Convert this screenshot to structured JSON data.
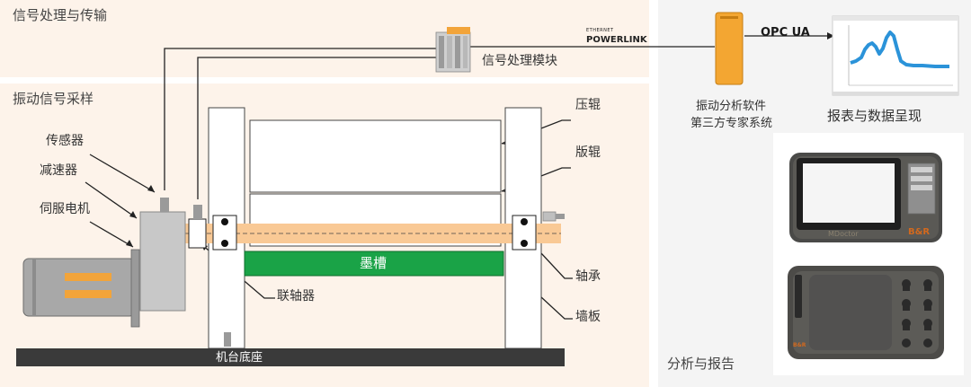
{
  "sections": {
    "signal_processing": "信号处理与传输",
    "vibration_sampling": "振动信号采样",
    "analysis_report": "分析与报告"
  },
  "labels": {
    "sensor": "传感器",
    "reducer": "减速器",
    "servo_motor": "伺服电机",
    "coupling": "联轴器",
    "pressure_roller": "压辊",
    "plate_roller": "版辊",
    "bearing": "轴承",
    "wall_plate": "墙板",
    "ink_trough": "墨槽",
    "machine_base": "机台底座",
    "signal_module": "信号处理模块",
    "software_line1": "振动分析软件",
    "software_line2": "第三方专家系统",
    "report_display": "报表与数据呈现"
  },
  "logos": {
    "ethernet": "ETHERNET",
    "powerlink": "POWERLINK",
    "opc_ua": "OPC UA",
    "mdoctor": "MDoctor",
    "br": "B&R"
  },
  "colors": {
    "panel_bg": "#fdf3ea",
    "shaft": "#f9c995",
    "ink_trough": "#1aa347",
    "base": "#3a3a3a",
    "accent_orange": "#f2a43a",
    "chart_line": "#2b93d9"
  }
}
